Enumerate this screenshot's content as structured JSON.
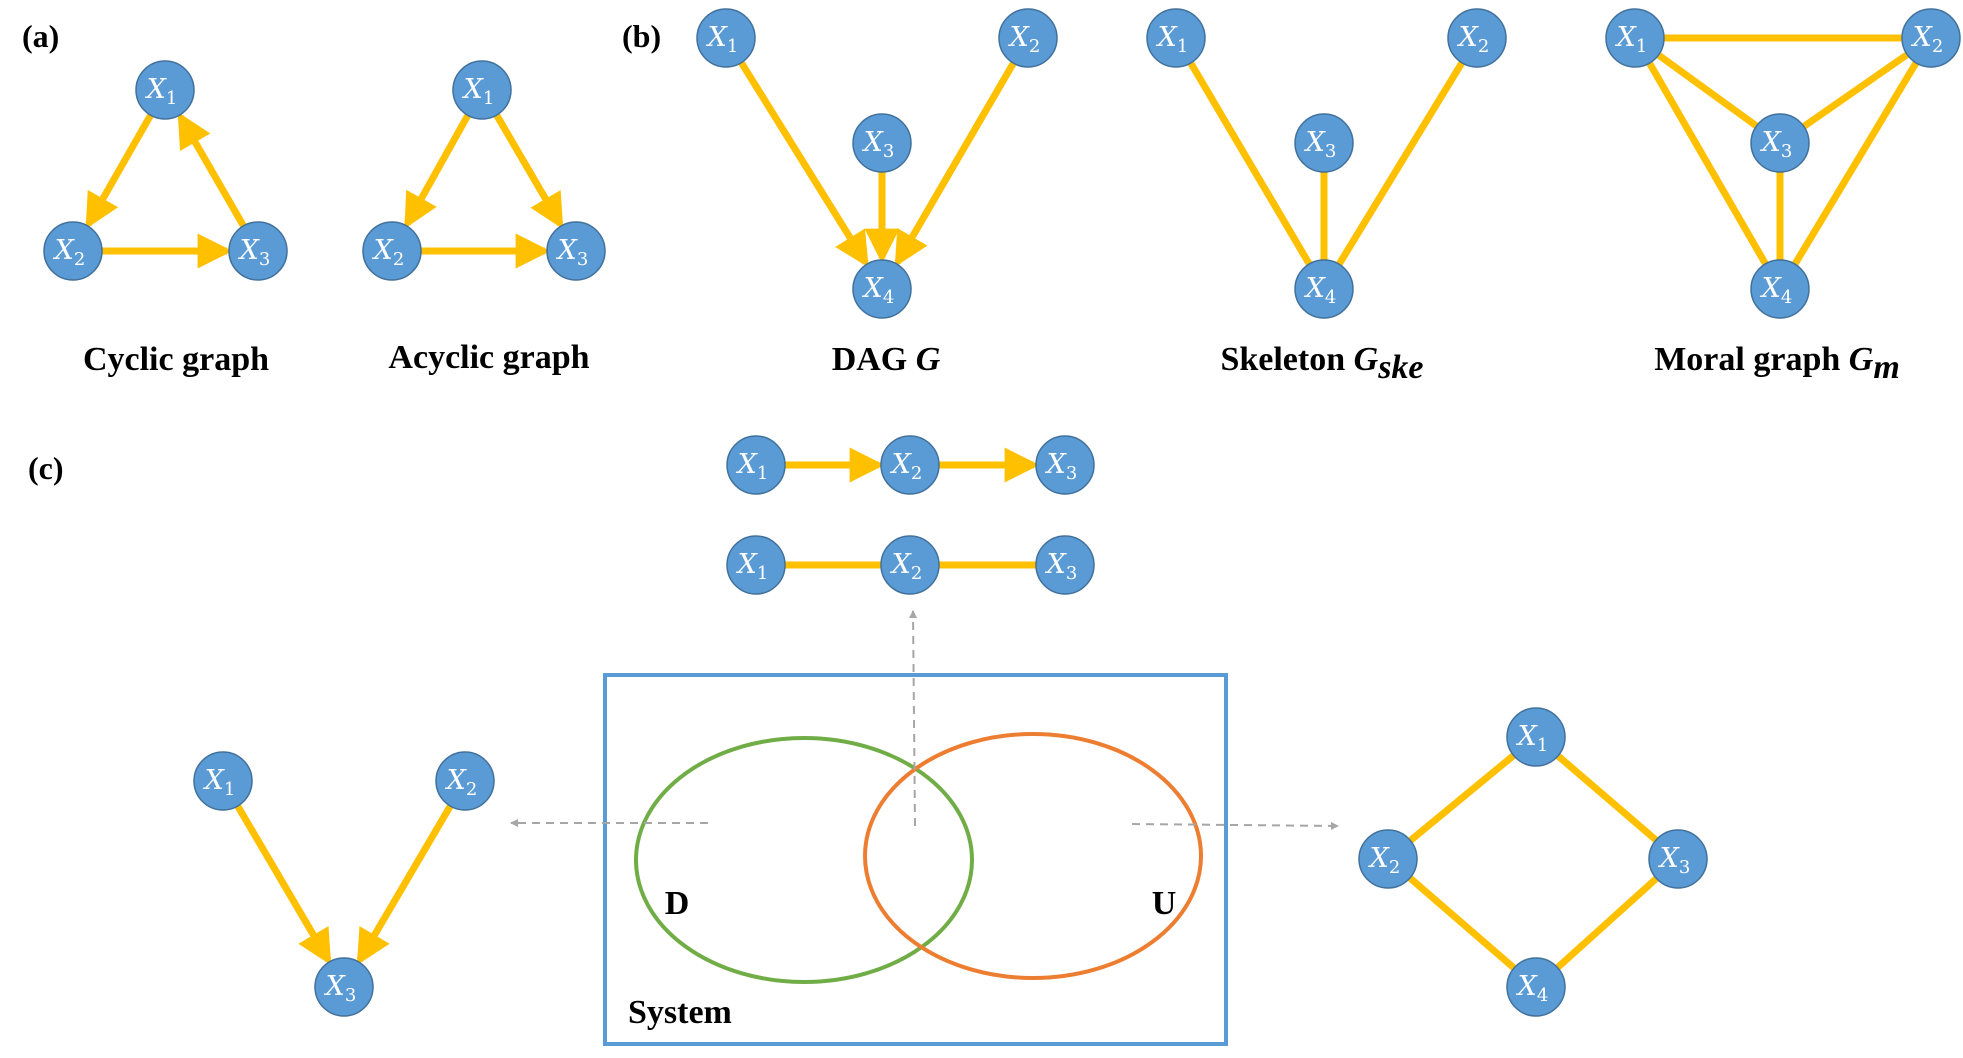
{
  "colors": {
    "node_fill": "#5b9bd5",
    "node_stroke": "#41719c",
    "edge": "#ffc000",
    "system_border": "#5b9bd5",
    "set_d": "#70ad47",
    "set_u": "#ed7d31",
    "dashed_arrow": "#a6a6a6"
  },
  "panel_labels": [
    "(a)",
    "(b)",
    "(c)"
  ],
  "captions": {
    "cyclic": "Cyclic graph",
    "acyclic": "Acyclic graph",
    "dag_text": "DAG ",
    "dag_symbol": "G",
    "skeleton_text": "Skeleton ",
    "skeleton_symbol": "G",
    "skeleton_sub": "ske",
    "moral_text": "Moral graph ",
    "moral_symbol": "G",
    "moral_sub": "m"
  },
  "venn": {
    "system_label": "System",
    "d_label": "D",
    "u_label": "U"
  },
  "nodes": [
    {
      "id": "a1_x1",
      "var": "X",
      "sub": "1"
    },
    {
      "id": "a1_x2",
      "var": "X",
      "sub": "2"
    },
    {
      "id": "a1_x3",
      "var": "X",
      "sub": "3"
    },
    {
      "id": "a2_x1",
      "var": "X",
      "sub": "1"
    },
    {
      "id": "a2_x2",
      "var": "X",
      "sub": "2"
    },
    {
      "id": "a2_x3",
      "var": "X",
      "sub": "3"
    },
    {
      "id": "b1_x1",
      "var": "X",
      "sub": "1"
    },
    {
      "id": "b1_x2",
      "var": "X",
      "sub": "2"
    },
    {
      "id": "b1_x3",
      "var": "X",
      "sub": "3"
    },
    {
      "id": "b1_x4",
      "var": "X",
      "sub": "4"
    },
    {
      "id": "b2_x1",
      "var": "X",
      "sub": "1"
    },
    {
      "id": "b2_x2",
      "var": "X",
      "sub": "2"
    },
    {
      "id": "b2_x3",
      "var": "X",
      "sub": "3"
    },
    {
      "id": "b2_x4",
      "var": "X",
      "sub": "4"
    },
    {
      "id": "b3_x1",
      "var": "X",
      "sub": "1"
    },
    {
      "id": "b3_x2",
      "var": "X",
      "sub": "2"
    },
    {
      "id": "b3_x3",
      "var": "X",
      "sub": "3"
    },
    {
      "id": "b3_x4",
      "var": "X",
      "sub": "4"
    },
    {
      "id": "c1_x1",
      "var": "X",
      "sub": "1"
    },
    {
      "id": "c1_x2",
      "var": "X",
      "sub": "2"
    },
    {
      "id": "c1_x3",
      "var": "X",
      "sub": "3"
    },
    {
      "id": "c2_x1",
      "var": "X",
      "sub": "1"
    },
    {
      "id": "c2_x2",
      "var": "X",
      "sub": "2"
    },
    {
      "id": "c2_x3",
      "var": "X",
      "sub": "3"
    },
    {
      "id": "c3_x1",
      "var": "X",
      "sub": "1"
    },
    {
      "id": "c3_x2",
      "var": "X",
      "sub": "2"
    },
    {
      "id": "c3_x3",
      "var": "X",
      "sub": "3"
    },
    {
      "id": "c4_x1",
      "var": "X",
      "sub": "1"
    },
    {
      "id": "c4_x2",
      "var": "X",
      "sub": "2"
    },
    {
      "id": "c4_x3",
      "var": "X",
      "sub": "3"
    },
    {
      "id": "c4_x4",
      "var": "X",
      "sub": "4"
    }
  ],
  "edges": [
    {
      "from": "a1_x1",
      "to": "a1_x2",
      "directed": true
    },
    {
      "from": "a1_x2",
      "to": "a1_x3",
      "directed": true
    },
    {
      "from": "a1_x3",
      "to": "a1_x1",
      "directed": true
    },
    {
      "from": "a2_x1",
      "to": "a2_x2",
      "directed": true
    },
    {
      "from": "a2_x1",
      "to": "a2_x3",
      "directed": true
    },
    {
      "from": "a2_x2",
      "to": "a2_x3",
      "directed": true
    },
    {
      "from": "b1_x1",
      "to": "b1_x4",
      "directed": true
    },
    {
      "from": "b1_x2",
      "to": "b1_x4",
      "directed": true
    },
    {
      "from": "b1_x3",
      "to": "b1_x4",
      "directed": true
    },
    {
      "from": "b2_x1",
      "to": "b2_x4",
      "directed": false
    },
    {
      "from": "b2_x2",
      "to": "b2_x4",
      "directed": false
    },
    {
      "from": "b2_x3",
      "to": "b2_x4",
      "directed": false
    },
    {
      "from": "b3_x1",
      "to": "b3_x2",
      "directed": false
    },
    {
      "from": "b3_x1",
      "to": "b3_x3",
      "directed": false
    },
    {
      "from": "b3_x2",
      "to": "b3_x3",
      "directed": false
    },
    {
      "from": "b3_x1",
      "to": "b3_x4",
      "directed": false
    },
    {
      "from": "b3_x2",
      "to": "b3_x4",
      "directed": false
    },
    {
      "from": "b3_x3",
      "to": "b3_x4",
      "directed": false
    },
    {
      "from": "c1_x1",
      "to": "c1_x3",
      "directed": true
    },
    {
      "from": "c1_x2",
      "to": "c1_x3",
      "directed": true
    },
    {
      "from": "c2_x1",
      "to": "c2_x2",
      "directed": true
    },
    {
      "from": "c2_x2",
      "to": "c2_x3",
      "directed": true
    },
    {
      "from": "c3_x1",
      "to": "c3_x2",
      "directed": false
    },
    {
      "from": "c3_x2",
      "to": "c3_x3",
      "directed": false
    },
    {
      "from": "c4_x1",
      "to": "c4_x2",
      "directed": false
    },
    {
      "from": "c4_x1",
      "to": "c4_x3",
      "directed": false
    },
    {
      "from": "c4_x2",
      "to": "c4_x4",
      "directed": false
    },
    {
      "from": "c4_x3",
      "to": "c4_x4",
      "directed": false
    }
  ]
}
